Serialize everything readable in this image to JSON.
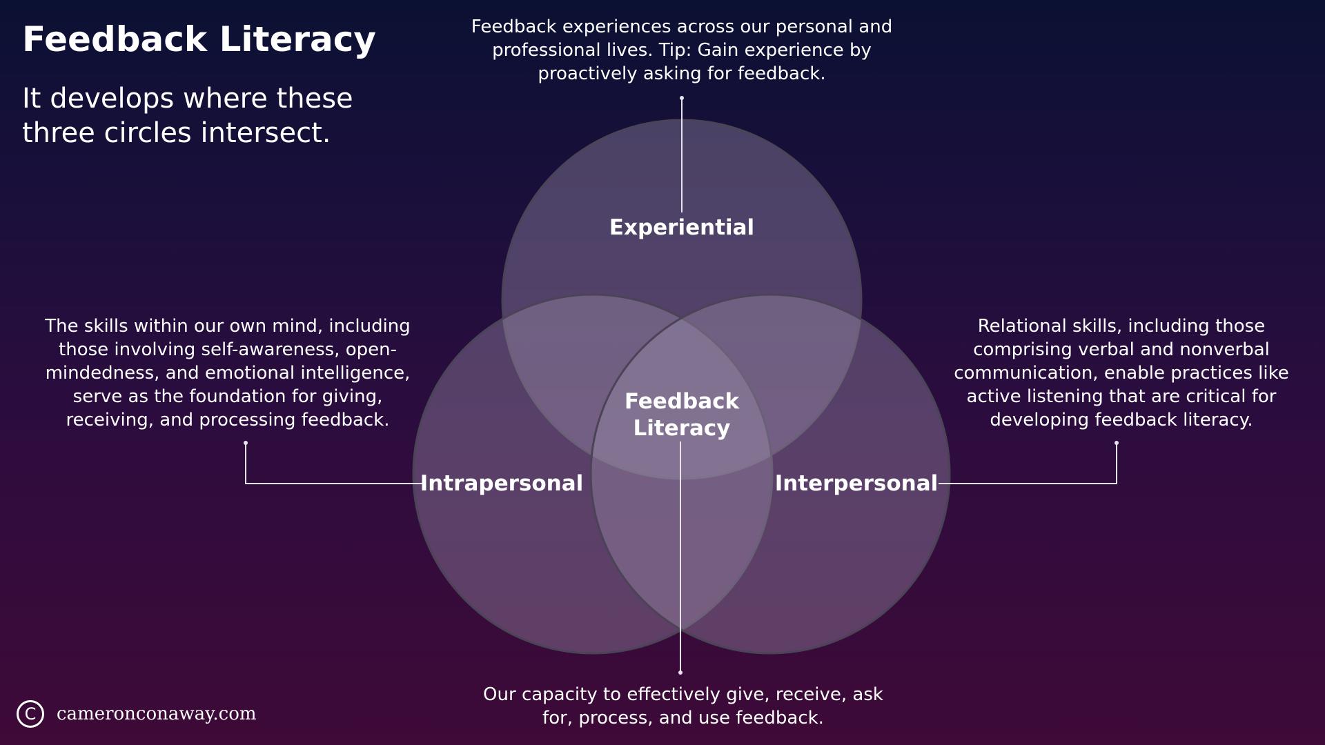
{
  "header": {
    "title": "Feedback Literacy",
    "subtitle": "It develops where these three circles intersect."
  },
  "diagram": {
    "circles": [
      {
        "id": "experiential",
        "label": "Experiential",
        "description": "Feedback experiences across our personal and professional lives. Tip: Gain experience by proactively asking for feedback."
      },
      {
        "id": "intrapersonal",
        "label": "Intrapersonal",
        "description": "The skills within our own mind, including those involving self-awareness, open-mindedness, and emotional intelligence, serve as the foundation for giving, receiving, and processing feedback."
      },
      {
        "id": "interpersonal",
        "label": "Interpersonal",
        "description": "Relational skills, including those comprising verbal and nonverbal communication, enable practices like active listening that are critical for developing feedback literacy."
      }
    ],
    "center": {
      "label_line1": "Feedback",
      "label_line2": "Literacy",
      "description": "Our capacity to effectively give, receive, ask for, process, and use feedback."
    },
    "colors": {
      "circle_fill": "#9a8eab",
      "circle_stroke": "#4a4456",
      "connector": "#e8e4ee"
    }
  },
  "footer": {
    "copyright_symbol": "C",
    "site": "cameronconaway.com"
  }
}
